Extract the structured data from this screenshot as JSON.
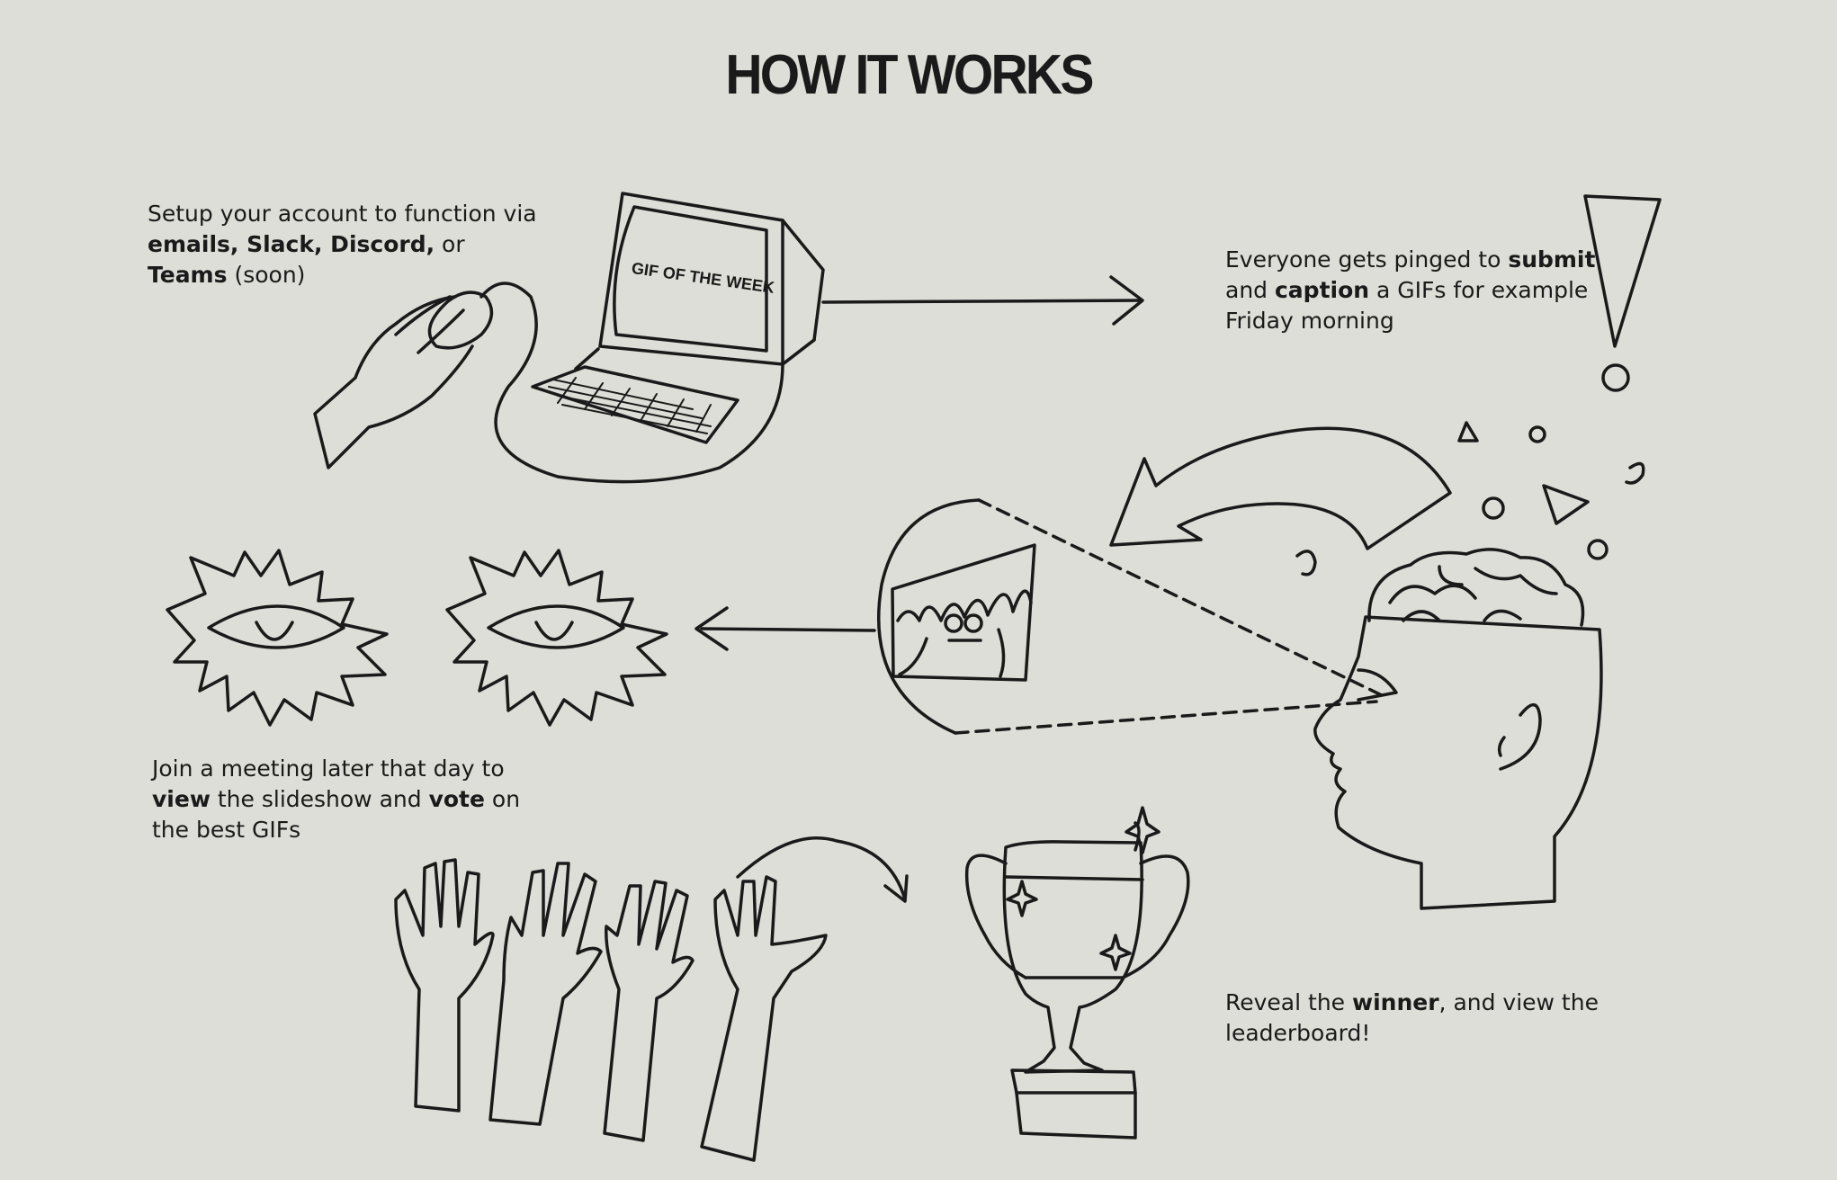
{
  "title": "HOW IT WORKS",
  "screen_label": "GIF OF THE WEEK",
  "steps": [
    {
      "id": "setup",
      "parts": [
        [
          "Setup your account to function via ",
          false
        ],
        [
          "emails, Slack, Discord,",
          true
        ],
        [
          " or ",
          false
        ],
        [
          "Teams",
          true
        ],
        [
          " (soon)",
          false
        ]
      ]
    },
    {
      "id": "submit",
      "parts": [
        [
          "Everyone gets pinged to ",
          false
        ],
        [
          "submit",
          true
        ],
        [
          " and ",
          false
        ],
        [
          "caption",
          true
        ],
        [
          " a GIFs for example Friday morning",
          false
        ]
      ]
    },
    {
      "id": "vote",
      "parts": [
        [
          "Join a meeting later that day to ",
          false
        ],
        [
          "view",
          true
        ],
        [
          " the slideshow and ",
          false
        ],
        [
          "vote",
          true
        ],
        [
          " on the best GIFs",
          false
        ]
      ]
    },
    {
      "id": "reveal",
      "parts": [
        [
          "Reveal the ",
          false
        ],
        [
          "winner",
          true
        ],
        [
          ", and view the leaderboard!",
          false
        ]
      ]
    }
  ]
}
